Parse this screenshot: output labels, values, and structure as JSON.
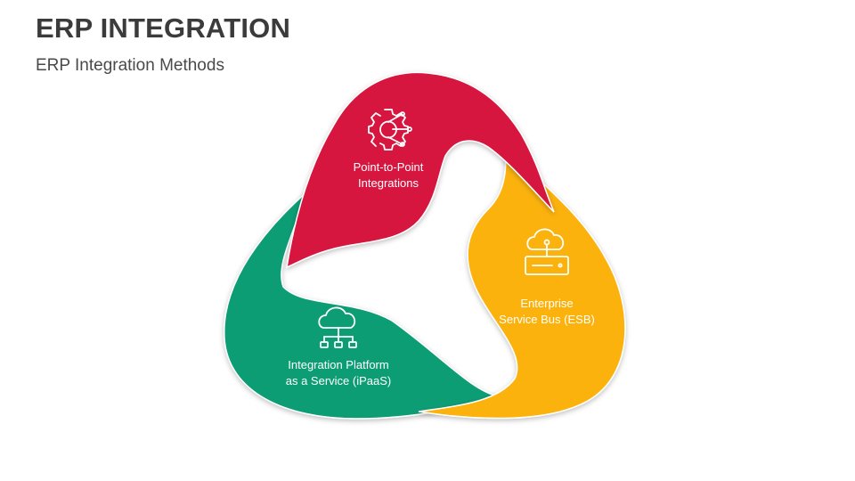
{
  "header": {
    "title": "ERP INTEGRATION",
    "subtitle": "ERP Integration Methods"
  },
  "segments": [
    {
      "label_line1": "Point-to-Point",
      "label_line2": "Integrations",
      "color": "#d7163f",
      "icon": "gear-circuit-icon"
    },
    {
      "label_line1": "Enterprise",
      "label_line2": "Service Bus (ESB)",
      "color": "#fbb20e",
      "icon": "cloud-server-icon"
    },
    {
      "label_line1": "Integration Platform",
      "label_line2": "as a Service (iPaaS)",
      "color": "#0e9d74",
      "icon": "cloud-network-icon"
    }
  ]
}
